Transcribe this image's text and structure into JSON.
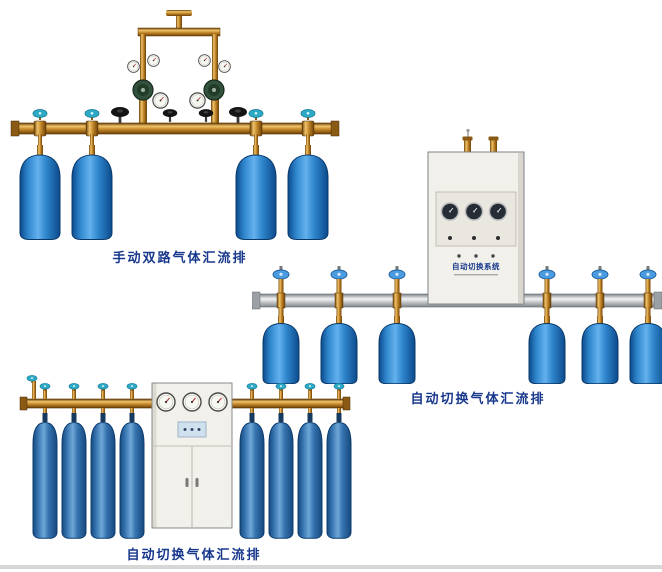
{
  "colors": {
    "background": "#ffffff",
    "caption_blue": "#18388c",
    "cylinder_blue_dark": "#0c4a8c",
    "cylinder_blue_mid": "#2f86cc",
    "cylinder_blue_light": "#63b1ee",
    "cylinder2_blue_dark": "#16497e",
    "cylinder2_blue_mid": "#3572ae",
    "cylinder2_blue_light": "#6fa7d8",
    "brass_dark": "#6e4206",
    "brass_mid": "#c08327",
    "brass_light": "#f0c36a",
    "steel_dark": "#7f858a",
    "steel_light": "#f2f4f5",
    "teal_valve": "#2eaac6",
    "cabinet_face": "#f1f0ea"
  },
  "products": [
    {
      "caption": "手动双路气体汇流排"
    },
    {
      "caption": "自动切换气体汇流排",
      "cabinet_label": "自动切换系统"
    },
    {
      "caption": "自动切换气体汇流排"
    }
  ]
}
